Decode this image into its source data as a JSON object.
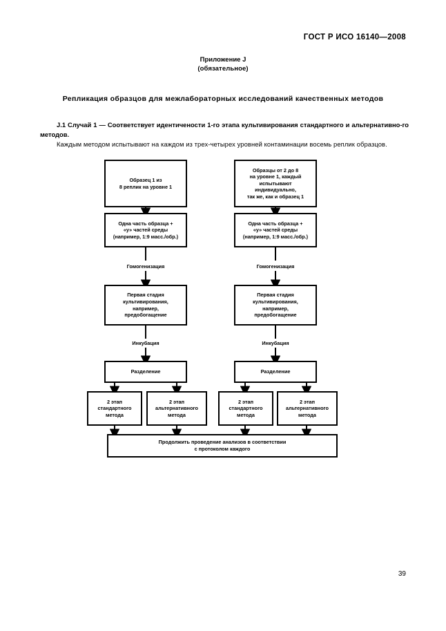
{
  "header": {
    "standard": "ГОСТ Р ИСО 16140—2008"
  },
  "annex": {
    "title": "Приложение J",
    "subtitle": "(обязательное)"
  },
  "section": {
    "title": "Репликация образцов для межлабораторных исследований качественных методов"
  },
  "paragraphs": {
    "p1": "J.1 Случай 1 — Соответствует идентичености 1-го этапа культивирования стандартного и альтернативно-го методов.",
    "p2": "Каждым методом испытывают на каждом из трех-четырех уровней контаминации восемь реплик образцов."
  },
  "flowchart": {
    "left_column": {
      "sample_box": "Образец 1 из\n8 реплик на уровне 1",
      "dilution_box": "Одна часть образца +\n«у» частей среды\n(например, 1:9 масс./обр.)",
      "homogenization_label": "Гомогенизация",
      "culture_box": "Первая стадия\nкультивирования,\nнапример,\nпредобогащение",
      "incubation_label": "Инкубация",
      "separation_box": "Разделение",
      "stage2_standard": "2 этап\nстандартного\nметода",
      "stage2_alternative": "2 этап\nальтернативного\nметода"
    },
    "right_column": {
      "sample_box": "Образцы от 2 до 8\nна уровне 1, каждый\nиспытывают\nиндивидуально,\nтак же, как и образец 1",
      "dilution_box": "Одна часть образца +\n«у» частей среды\n(например, 1:9 масс./обр.)",
      "homogenization_label": "Гомогенизация",
      "culture_box": "Первая стадия\nкультивирования,\nнапример,\nпредобогащение",
      "incubation_label": "Инкубация",
      "separation_box": "Разделение",
      "stage2_standard": "2 этап\nстандартного\nметода",
      "stage2_alternative": "2 этап\nальтернативного\nметода"
    },
    "footer_box": "Продолжить проведение анализов в соответствии\nс протоколом каждого"
  },
  "footer": {
    "page_number": "39"
  },
  "colors": {
    "ink": "#000000",
    "paper": "#ffffff"
  }
}
